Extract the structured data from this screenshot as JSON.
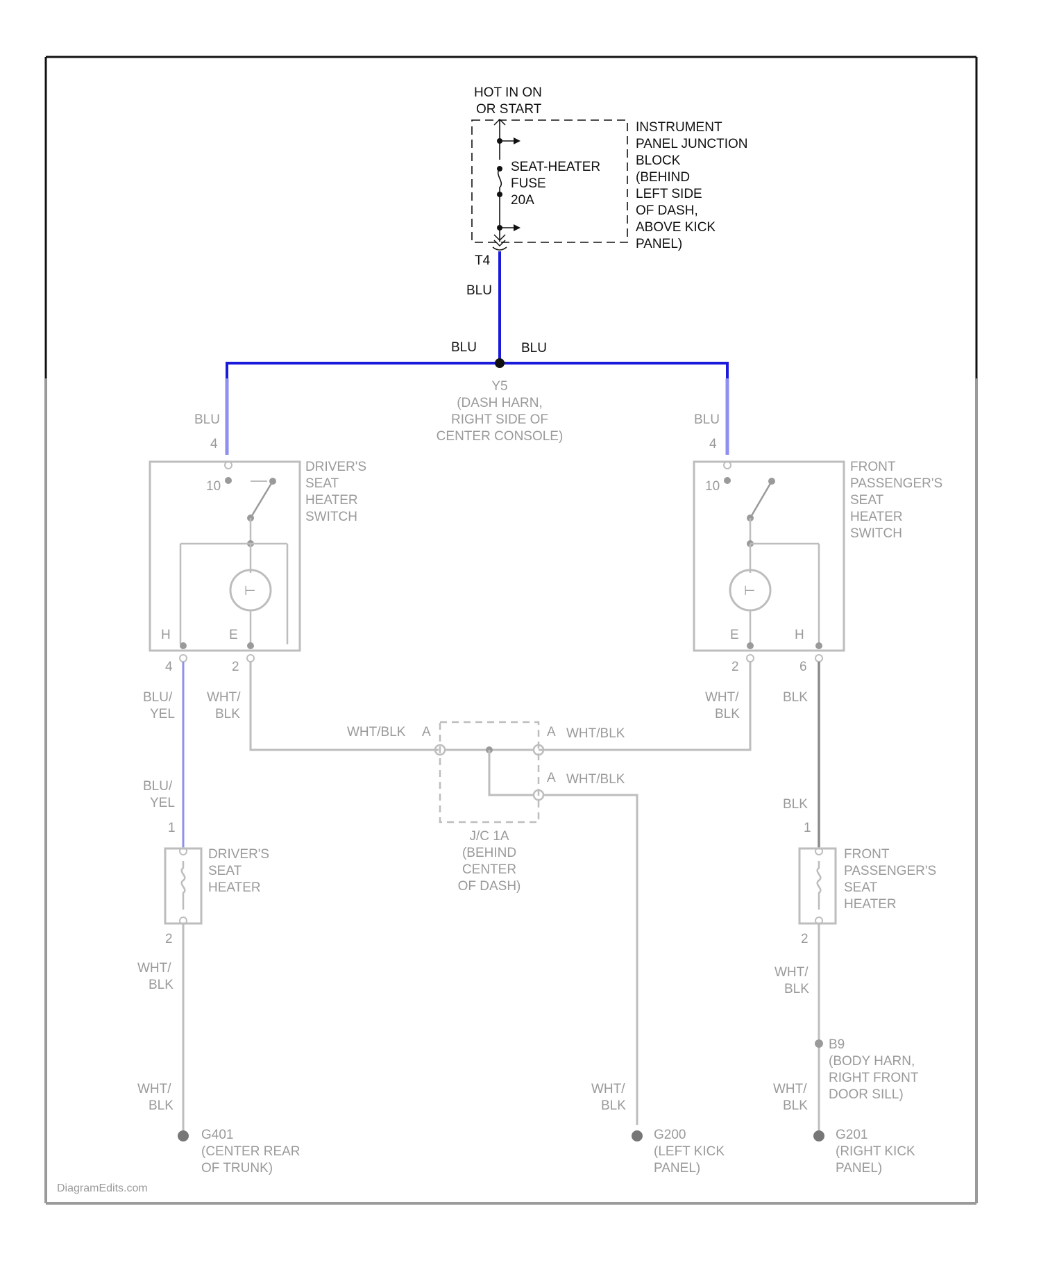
{
  "colors": {
    "wire_blue": "#1a1adb",
    "wire_blue_faint": "#8f8ff0",
    "wire_gray": "#bdbdbd",
    "wire_dark_gray": "#8a8a8a",
    "frame": "#111111",
    "frame_faint": "#9a9a9a"
  },
  "power_source": {
    "line1": "HOT IN ON",
    "line2": "OR START"
  },
  "fuse": {
    "line1": "SEAT-HEATER",
    "line2": "FUSE",
    "line3": "20A"
  },
  "junction_block": {
    "lines": [
      "INSTRUMENT",
      "PANEL JUNCTION",
      "BLOCK",
      "(BEHIND",
      "LEFT SIDE",
      "OF DASH,",
      "ABOVE KICK",
      "PANEL)"
    ]
  },
  "terminal_t4": "T4",
  "wires": {
    "main_color": "BLU",
    "branch_left_color": "BLU",
    "branch_right_color": "BLU"
  },
  "splice_label": {
    "lines": [
      "Y5",
      "(DASH HARN,",
      "RIGHT SIDE OF",
      "CENTER CONSOLE)"
    ]
  },
  "driver_switch": {
    "wire_in": "BLU",
    "pin_in": "4",
    "pin_top": "10",
    "name_lines": [
      "DRIVER'S",
      "SEAT",
      "HEATER",
      "SWITCH"
    ],
    "pin_h": "H",
    "pin_e": "E",
    "pin_out_left": "4",
    "pin_out_right": "2",
    "wire_out_left": [
      "BLU/",
      "YEL"
    ],
    "wire_out_right": [
      "WHT/",
      "BLK"
    ]
  },
  "passenger_switch": {
    "wire_in": "BLU",
    "pin_in": "4",
    "pin_top": "10",
    "name_lines": [
      "FRONT",
      "PASSENGER'S",
      "SEAT",
      "HEATER",
      "SWITCH"
    ],
    "pin_e": "E",
    "pin_h": "H",
    "pin_out_left": "2",
    "pin_out_right": "6",
    "wire_out_left": [
      "WHT/",
      "BLK"
    ],
    "wire_out_right": "BLK"
  },
  "joint_connector": {
    "left_wire": "WHT/BLK",
    "left_pin": "A",
    "right_pin_top": "A",
    "right_wire_top": "WHT/BLK",
    "right_pin_bottom": "A",
    "right_wire_bottom": "WHT/BLK",
    "name_lines": [
      "J/C 1A",
      "(BEHIND",
      "CENTER",
      "OF DASH)"
    ]
  },
  "driver_heater": {
    "wire_in": [
      "BLU/",
      "YEL"
    ],
    "pin_in": "1",
    "name_lines": [
      "DRIVER'S",
      "SEAT",
      "HEATER"
    ],
    "pin_out": "2",
    "wire_out": [
      "WHT/",
      "BLK"
    ]
  },
  "passenger_heater": {
    "wire_in": "BLK",
    "pin_in": "1",
    "name_lines": [
      "FRONT",
      "PASSENGER'S",
      "SEAT",
      "HEATER"
    ],
    "pin_out": "2",
    "wire_out": [
      "WHT/",
      "BLK"
    ]
  },
  "splice_b9": {
    "lines": [
      "B9",
      "(BODY HARN,",
      "RIGHT FRONT",
      "DOOR SILL)"
    ]
  },
  "grounds": {
    "left": {
      "wire": [
        "WHT/",
        "BLK"
      ],
      "lines": [
        "G401",
        "(CENTER REAR",
        "OF TRUNK)"
      ]
    },
    "center": {
      "wire": [
        "WHT/",
        "BLK"
      ],
      "lines": [
        "G200",
        "(LEFT KICK",
        "PANEL)"
      ]
    },
    "right": {
      "wire": [
        "WHT/",
        "BLK"
      ],
      "lines": [
        "G201",
        "(RIGHT KICK",
        "PANEL)"
      ]
    }
  },
  "watermark": "DiagramEdits.com"
}
